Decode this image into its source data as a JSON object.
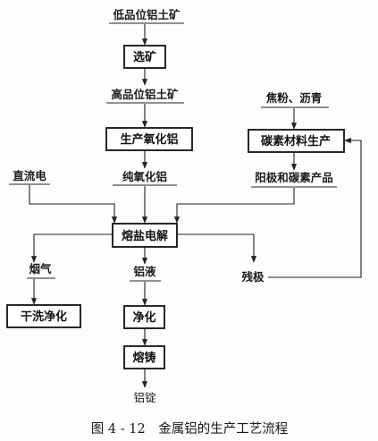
{
  "diagram": {
    "nodes": {
      "low_grade_bauxite": "低品位铝土矿",
      "beneficiation": "选矿",
      "high_grade_bauxite": "高品位铝土矿",
      "alumina_production": "生产氧化铝",
      "pure_alumina": "纯氧化铝",
      "coke_pitch": "焦粉、沥青",
      "carbon_material_production": "碳素材料生产",
      "anode_carbon_products": "阳极和碳素产品",
      "direct_current": "直流电",
      "molten_salt_electrolysis": "熔盐电解",
      "flue_gas": "烟气",
      "dry_scrubbing": "干洗净化",
      "liquid_aluminum": "铝液",
      "purification": "净化",
      "casting": "熔铸",
      "aluminum_ingot": "铝锭",
      "residual_anode": "残极"
    },
    "caption": "图 4 - 12　金属铝的生产工艺流程"
  }
}
